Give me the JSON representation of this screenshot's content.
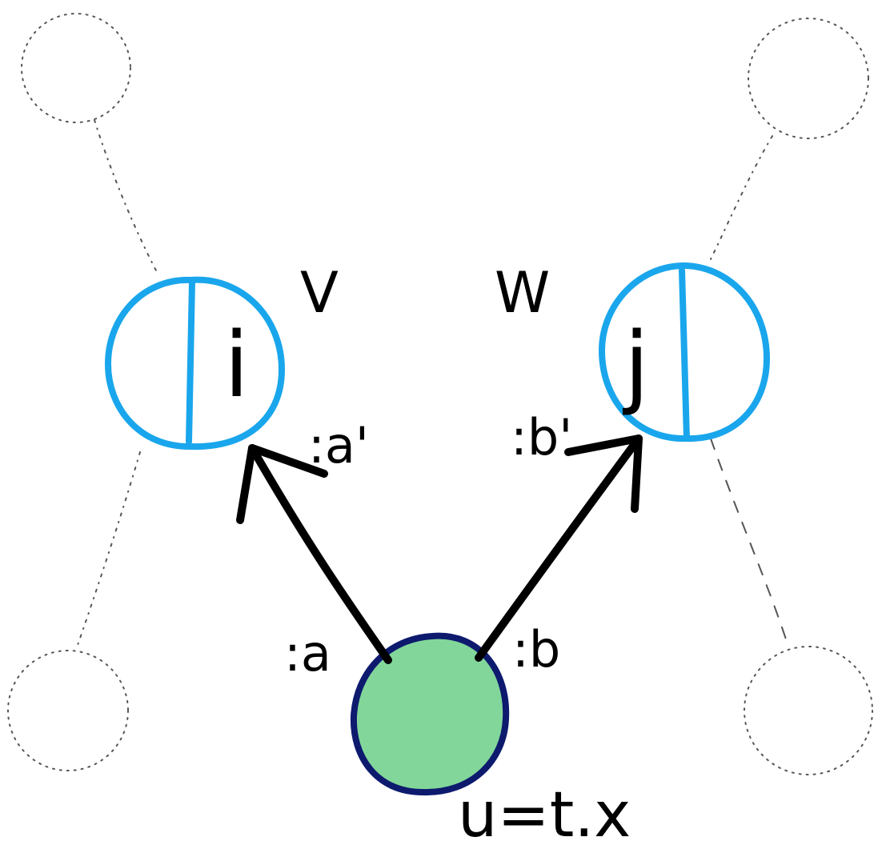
{
  "diagram": {
    "node_u": {
      "label": "u=t.x",
      "fill_color": "#82d69a",
      "stroke_color": "#0d1a6e"
    },
    "node_v": {
      "name": "V",
      "index": "i",
      "stroke_color": "#1aa6ec"
    },
    "node_w": {
      "name": "W",
      "index": "j",
      "stroke_color": "#1aa6ec"
    },
    "edge_u_v": {
      "source_label": ":a",
      "target_label": ":a'"
    },
    "edge_u_w": {
      "source_label": ":b",
      "target_label": ":b'"
    },
    "ghost_color": "#555555"
  }
}
